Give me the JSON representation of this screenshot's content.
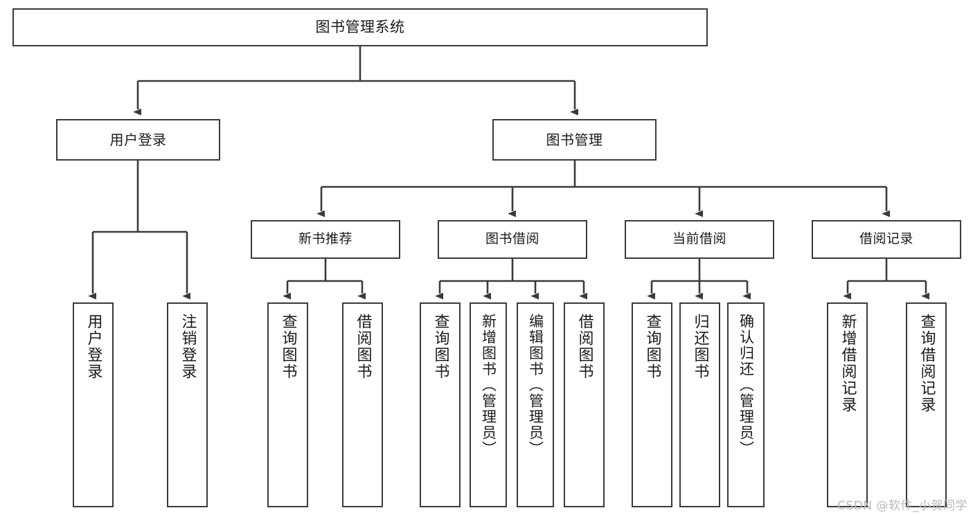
{
  "diagram": {
    "title": "图书管理系统",
    "watermark": "CSDN @软件_小贺同学",
    "colors": {
      "stroke": "#3a3a3a",
      "background": "#ffffff",
      "text": "#1a1a1a",
      "watermark": "#b9b9b9"
    },
    "root": {
      "label": "图书管理系统"
    },
    "level2": [
      {
        "label": "用户登录"
      },
      {
        "label": "图书管理"
      }
    ],
    "level3": [
      {
        "label": "新书推荐"
      },
      {
        "label": "图书借阅"
      },
      {
        "label": "当前借阅"
      },
      {
        "label": "借阅记录"
      }
    ],
    "leaves": {
      "user_login": [
        {
          "label": "用户登录"
        },
        {
          "label": "注销登录"
        }
      ],
      "new_book_recommend": [
        {
          "label": "查询图书"
        },
        {
          "label": "借阅图书"
        }
      ],
      "book_borrow": [
        {
          "label": "查询图书"
        },
        {
          "label": "新增图书（管理员）"
        },
        {
          "label": "编辑图书（管理员）"
        },
        {
          "label": "借阅图书"
        }
      ],
      "current_borrow": [
        {
          "label": "查询图书"
        },
        {
          "label": "归还图书"
        },
        {
          "label": "确认归还（管理员）"
        }
      ],
      "borrow_record": [
        {
          "label": "新增借阅记录"
        },
        {
          "label": "查询借阅记录"
        }
      ]
    }
  }
}
